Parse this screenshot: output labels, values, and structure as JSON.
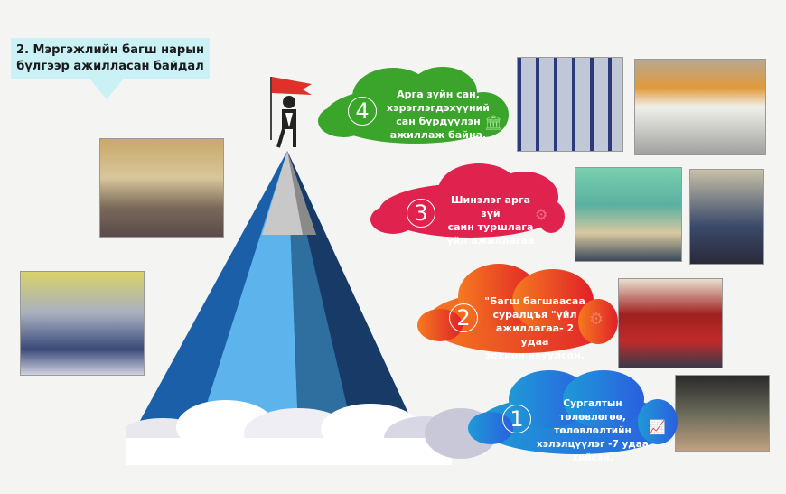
{
  "title": "2. Мэргэжлийн багш нарын бүлгээр ажилласан байдал",
  "title_lines": [
    "2. Мэргэжлийн багш нарын",
    "бүлгээр ажилласан байдал"
  ],
  "steps": [
    {
      "number": "4",
      "lines": [
        "Арга зүйн сан,",
        "хэрэглэгдэхүүний",
        "сан бүрдүүлэн",
        "ажиллаж байна."
      ],
      "color": "#3aa52a",
      "icon": "library-icon"
    },
    {
      "number": "3",
      "lines": [
        "Шинэлэг арга зүй",
        "саин туршлага",
        "үйл ажиллагаа"
      ],
      "color": "#e0234e",
      "icon": "gear-icon"
    },
    {
      "number": "2",
      "lines": [
        "\"Багш багшаасаа",
        "суралцъя \"үйл",
        "ажиллагаа- 2 удаа",
        "зохион явуулсан."
      ],
      "color": "#f0502a",
      "icon": "gear-icon"
    },
    {
      "number": "1",
      "lines": [
        "Сургалтын төлөвлөгөө,",
        "төлөвлөлтийн",
        "хэлэлцүүлэг -7 удаа",
        "хийсэн."
      ],
      "color": "#2a8fe0",
      "icon": "chart-icon"
    }
  ]
}
